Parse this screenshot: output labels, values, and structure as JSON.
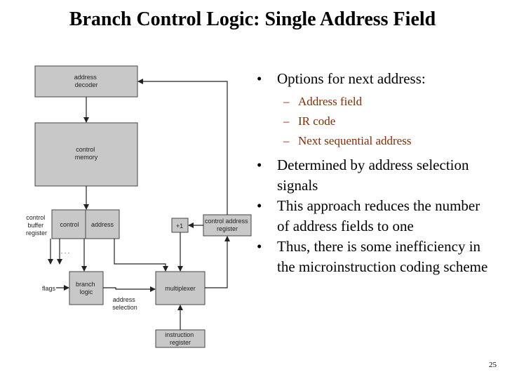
{
  "title": "Branch Control Logic: Single Address Field",
  "diagram": {
    "address_decoder": [
      "address",
      "decoder"
    ],
    "control_memory": [
      "control",
      "memory"
    ],
    "control_label": "control",
    "address_label": "address",
    "cbr_label": [
      "control",
      "buffer",
      "register"
    ],
    "plus_one": "+1",
    "car_label": [
      "control address",
      "register"
    ],
    "branch_logic": [
      "branch",
      "logic"
    ],
    "multiplexer": "multiplexer",
    "instruction_register": [
      "instruction",
      "register"
    ],
    "flags_label": "flags",
    "address_selection": [
      "address",
      "selection"
    ],
    "ellipsis": ". . ."
  },
  "bullets": [
    {
      "text": "Options for next address:",
      "sub": [
        "Address field",
        "IR code",
        "Next sequential address"
      ]
    },
    {
      "text": "Determined by address selection signals"
    },
    {
      "text": "This approach reduces the number of address fields to one"
    },
    {
      "text": "Thus, there is some inefficiency in the microinstruction coding scheme"
    }
  ],
  "page_number": "25",
  "colors": {
    "box_fill": "#c8c8c8",
    "sub_text": "#8a2a00"
  }
}
